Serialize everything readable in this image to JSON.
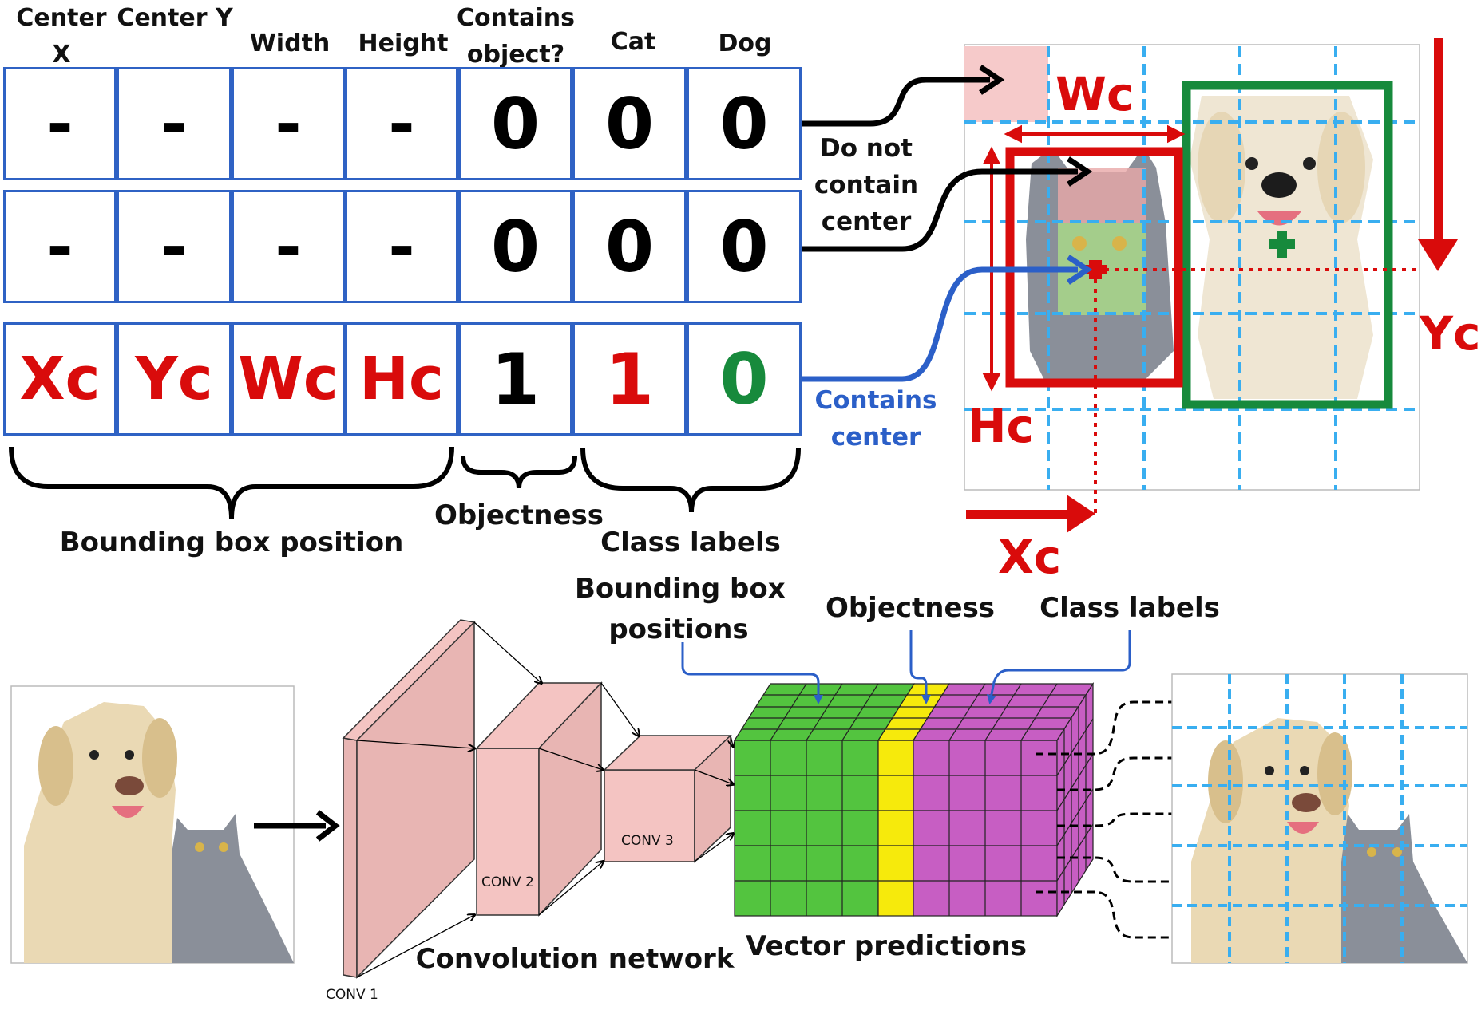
{
  "table": {
    "headers": [
      "Center X",
      "Center Y",
      "Width",
      "Height",
      "Contains object?",
      "Cat",
      "Dog"
    ],
    "rows": [
      [
        "-",
        "-",
        "-",
        "-",
        "0",
        "0",
        "0"
      ],
      [
        "-",
        "-",
        "-",
        "-",
        "0",
        "0",
        "0"
      ],
      [
        "Xc",
        "Yc",
        "Wc",
        "Hc",
        "1",
        "1",
        "0"
      ]
    ]
  },
  "groups": {
    "bbox": "Bounding box position",
    "objectness": "Objectness",
    "classes": "Class labels"
  },
  "annotations": {
    "no_center_1": "Do not",
    "no_center_2": "contain",
    "no_center_3": "center",
    "has_center_1": "Contains",
    "has_center_2": "center"
  },
  "grid_labels": {
    "wc": "Wc",
    "hc": "Hc",
    "xc": "Xc",
    "yc": "Yc"
  },
  "network": {
    "conv1": "CONV 1",
    "conv2": "CONV 2",
    "conv3": "CONV 3",
    "title": "Convolution network",
    "vector_title": "Vector  predictions",
    "out_bbox_1": "Bounding box",
    "out_bbox_2": "positions",
    "out_objectness": "Objectness",
    "out_classes": "Class labels"
  },
  "colors": {
    "table_border": "#2f62c4",
    "red": "#d90b0b",
    "green": "#178a3c",
    "blue_label": "#2b5fc8",
    "grid_dash": "#39aef0",
    "conv_fill": "#f4c4c2",
    "vec_green": "#53c43f",
    "vec_yellow": "#f6ea0c",
    "vec_magenta": "#c75ec3"
  }
}
